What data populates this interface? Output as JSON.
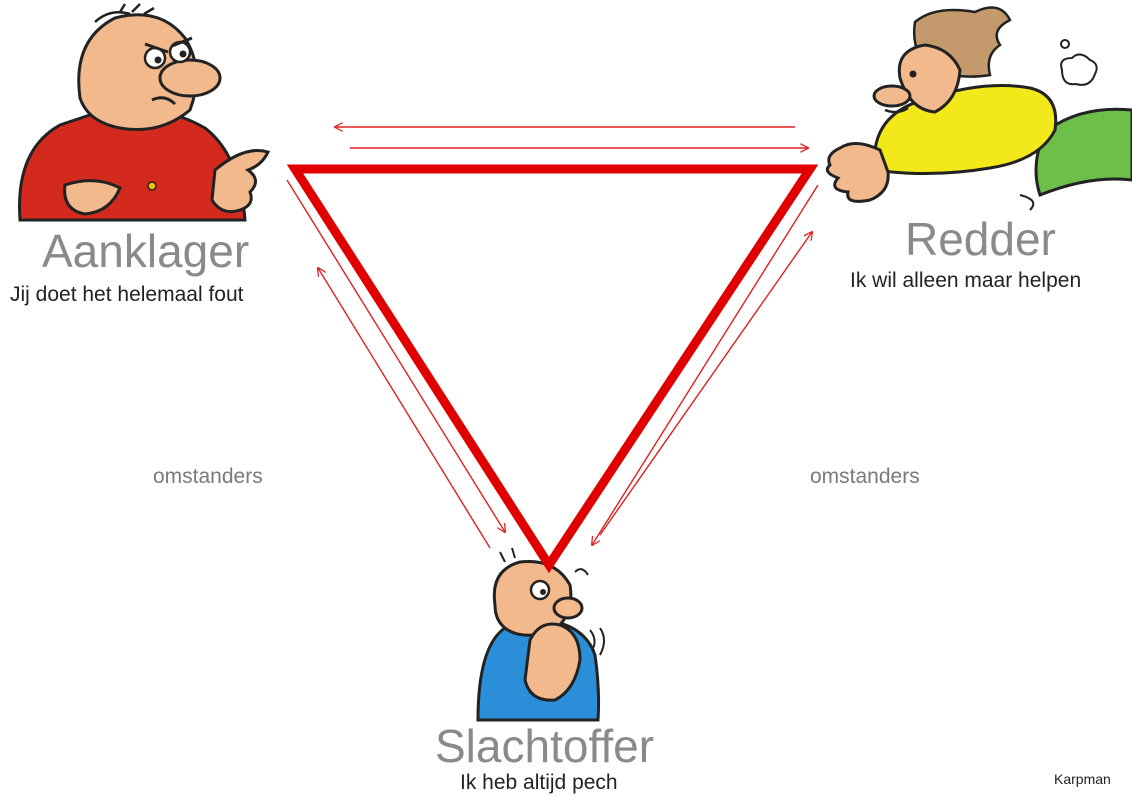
{
  "diagram": {
    "colors": {
      "triangle": "#e00000",
      "arrows": "#e02020",
      "title": "#8a8a8a",
      "quote": "#222222",
      "label": "#7a7a7a"
    }
  },
  "roles": {
    "aanklager": {
      "title": "Aanklager",
      "quote": "Jij doet het helemaal fout",
      "shirt_color": "#d42a1e",
      "icon": "angry-pointing-man"
    },
    "redder": {
      "title": "Redder",
      "quote": "Ik wil alleen maar helpen",
      "shirt_color": "#f2e81a",
      "icon": "reaching-helper"
    },
    "slachtoffer": {
      "title": "Slachtoffer",
      "quote": "Ik heb altijd pech",
      "shirt_color": "#2a8fd8",
      "icon": "worried-man"
    }
  },
  "labels": {
    "left_bystanders": "omstanders",
    "right_bystanders": "omstanders",
    "credit": "Karpman"
  }
}
